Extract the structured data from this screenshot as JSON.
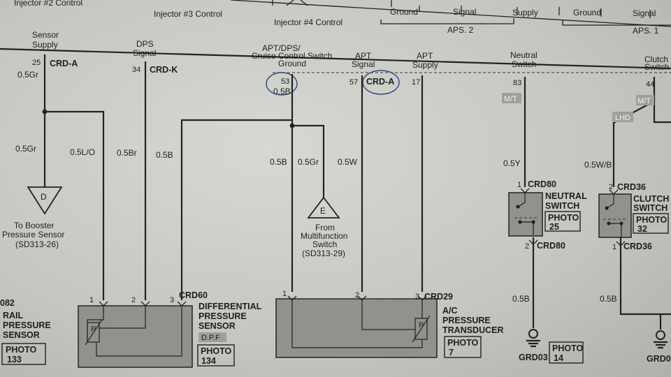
{
  "top": {
    "inj2": "Injector #2 Control",
    "inj3": "Injector #3 Control",
    "inj4": "Injector #4 Control",
    "aps2_ground": "Ground",
    "aps2_signal": "Signal",
    "aps2_supply": "Supply",
    "aps2": "APS. 2",
    "aps1_ground": "Ground",
    "aps1_signal": "Signal",
    "aps1": "APS. 1"
  },
  "headers": {
    "sensor_supply_1": "Sensor",
    "sensor_supply_2": "Supply",
    "dps_1": "DPS",
    "dps_2": "Signal",
    "cruise_1": "APT/DPS/",
    "cruise_2": "Cruise Control Switch",
    "cruise_3": "Ground",
    "apt_signal_1": "APT",
    "apt_signal_2": "Signal",
    "apt_supply_1": "APT",
    "apt_supply_2": "Supply",
    "neutral_1": "Neutral",
    "neutral_2": "Switch",
    "clutch_1": "Clutch",
    "clutch_2": "Switch"
  },
  "pins": {
    "p25": "25",
    "crd_a": "CRD-A",
    "p34": "34",
    "crd_k": "CRD-K",
    "p53": "53",
    "p57": "57",
    "crd_a2": "CRD-A",
    "p17": "17",
    "p83": "83",
    "p44": "44"
  },
  "wires": {
    "w_05gr_top": "0.5Gr",
    "w_05b_top": "0.5B",
    "w_05gr_a": "0.5Gr",
    "w_05lo": "0.5L/O",
    "w_05br": "0.5Br",
    "w_05b_a": "0.5B",
    "w_05b_b": "0.5B",
    "w_05gr_b": "0.5Gr",
    "w_05w": "0.5W",
    "w_05y": "0.5Y",
    "w_05wb": "0.5W/B",
    "w_05b_n": "0.5B",
    "w_05b_c": "0.5B"
  },
  "tags": {
    "mt1": "M/T",
    "mt2": "M/T",
    "lhd": "LHD"
  },
  "refs": {
    "d": "D",
    "booster_1": "To Booster",
    "booster_2": "Pressure Sensor",
    "booster_3": "(SD313-26)",
    "e": "E",
    "mf_1": "From",
    "mf_2": "Multifunction",
    "mf_3": "Switch",
    "mf_4": "(SD313-29)"
  },
  "components": {
    "rail_id": "082",
    "rail_1": "RAIL",
    "rail_2": "PRESSURE",
    "rail_3": "SENSOR",
    "rail_photo": "PHOTO",
    "rail_photo_no": "133",
    "rail_pin1": "1",
    "rail_pin2": "2",
    "rail_pin3": "3",
    "crd60": "CRD60",
    "diff_1": "DIFFERENTIAL",
    "diff_2": "PRESSURE",
    "diff_3": "SENSOR",
    "dpf": "D.P.F",
    "diff_photo": "PHOTO",
    "diff_photo_no": "134",
    "ac_pin1": "1",
    "ac_pin2": "2",
    "ac_pin3": "3",
    "crd29": "CRD29",
    "ac_1": "A/C",
    "ac_2": "PRESSURE",
    "ac_3": "TRANSDUCER",
    "ac_photo": "PHOTO",
    "ac_photo_no": "7",
    "p_sym1": "P",
    "p_sym2": "P",
    "n_pin1": "1",
    "crd80a": "CRD80",
    "neutral_1": "NEUTRAL",
    "neutral_2": "SWITCH",
    "neutral_photo": "PHOTO",
    "neutral_photo_no": "25",
    "n_pin2": "2",
    "crd80b": "CRD80",
    "c_pin2": "2",
    "crd36a": "CRD36",
    "clutch_1": "CLUTCH",
    "clutch_2": "SWITCH",
    "clutch_photo": "PHOTO",
    "clutch_photo_no": "32",
    "c_pin1": "1",
    "crd36b": "CRD36",
    "grd03": "GRD03",
    "grd_photo": "PHOTO",
    "grd_photo_no": "14",
    "grd0": "GRD0"
  }
}
